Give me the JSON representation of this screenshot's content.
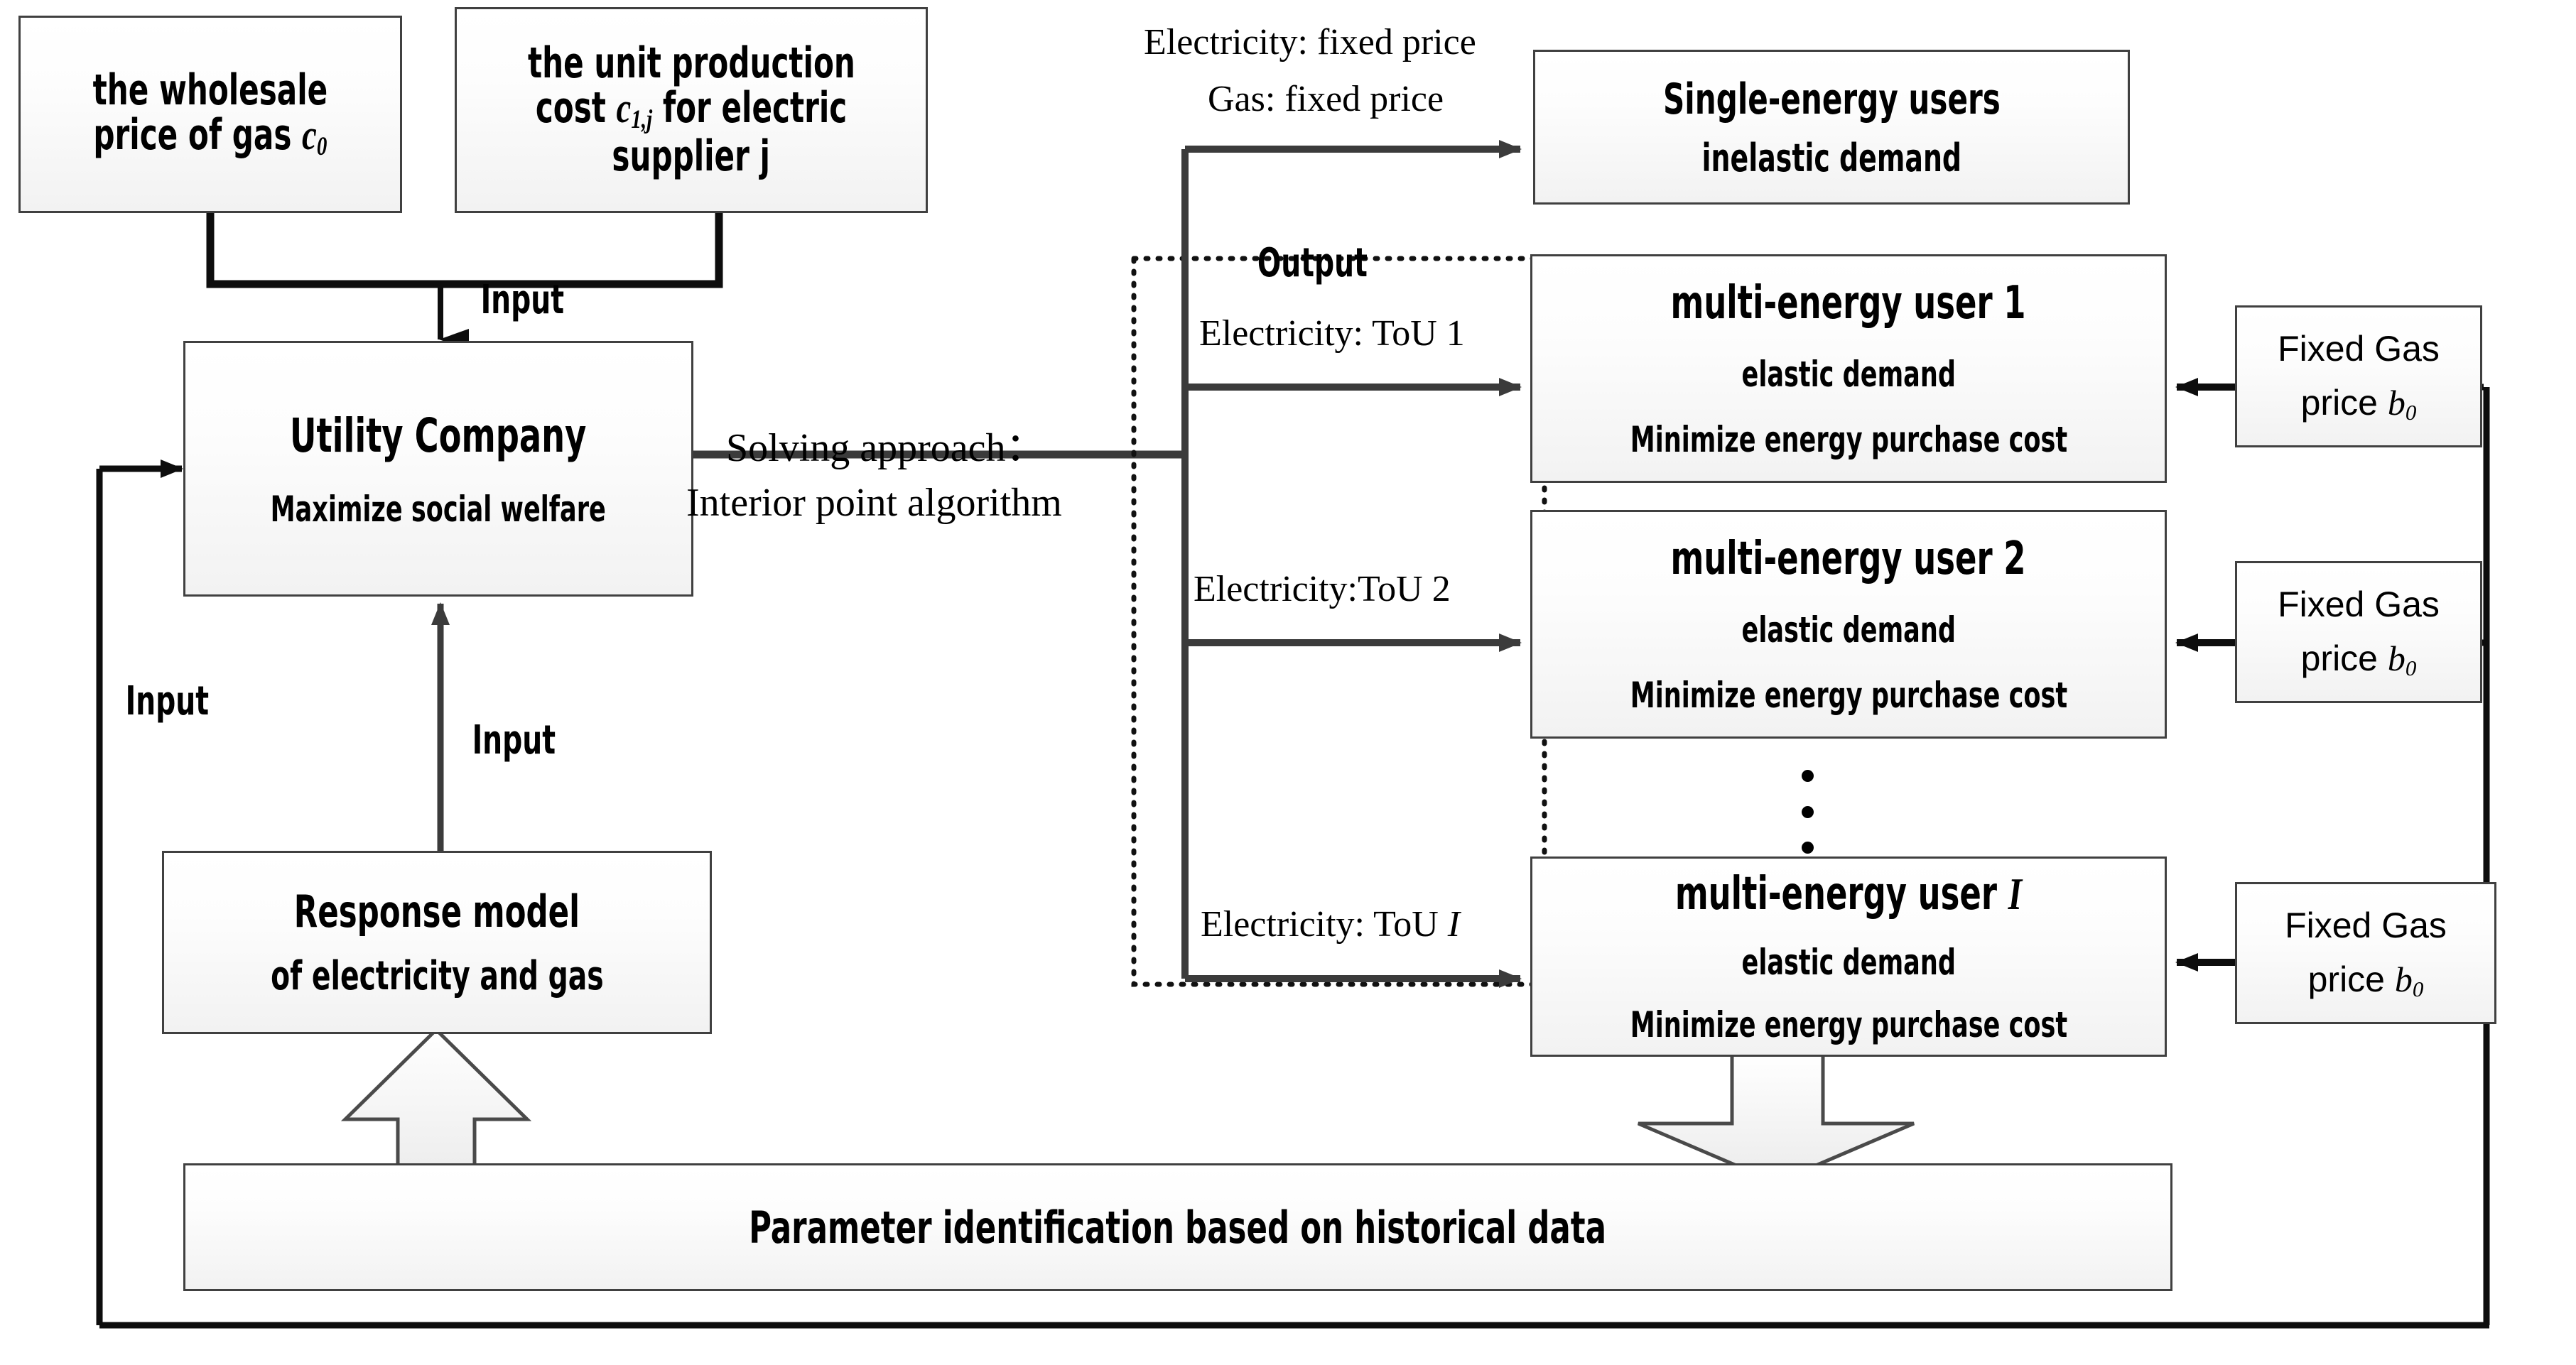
{
  "diagram": {
    "title": "Energy pricing interaction framework",
    "colors": {
      "box_border": "#404040",
      "line": "#333333",
      "text": "#000000",
      "box_fill_top": "#ffffff",
      "box_fill_bottom": "#f2f2f2"
    }
  },
  "inputs": {
    "gas_price_box": {
      "line1": "the wholesale",
      "line2_prefix": "price of gas ",
      "line2_symbol": "c",
      "line2_sub": "0"
    },
    "unit_cost_box": {
      "line1": "the unit production",
      "line2_prefix": "cost ",
      "line2_symbol": "c",
      "line2_sub": "1,j",
      "line2_suffix": " for electric",
      "line3": "supplier j"
    }
  },
  "labels": {
    "input_top": "Input",
    "input_left": "Input",
    "input_bottom": "Input",
    "output": "Output",
    "solving_approach": "Solving approach：",
    "solving_algorithm": "Interior point algorithm",
    "electricity_fixed": "Electricity: fixed price",
    "gas_fixed": "Gas: fixed price",
    "tou_1": "Electricity: ToU 1",
    "tou_2": "Electricity:ToU 2",
    "tou_I_prefix": "Electricity: ToU ",
    "tou_I_symbol": "I"
  },
  "utility": {
    "title": "Utility Company",
    "subtitle": "Maximize social welfare"
  },
  "response_model": {
    "title": "Response model",
    "subtitle": "of electricity and gas"
  },
  "parameter_bar": {
    "text": "Parameter identification based on  historical data"
  },
  "single_energy": {
    "title": "Single-energy users",
    "subtitle": "inelastic demand"
  },
  "multi_users": [
    {
      "title_prefix": "multi-energy user ",
      "title_index": "1",
      "index_italic": false,
      "line2": "elastic demand",
      "line3": "Minimize energy purchase cost"
    },
    {
      "title_prefix": "multi-energy user ",
      "title_index": "2",
      "index_italic": false,
      "line2": "elastic demand",
      "line3": "Minimize energy purchase cost"
    },
    {
      "title_prefix": "multi-energy user ",
      "title_index": "I",
      "index_italic": true,
      "line2": "elastic demand",
      "line3": "Minimize energy purchase cost"
    }
  ],
  "gas_price_boxes": [
    {
      "line1": "Fixed Gas",
      "line2_prefix": "price ",
      "line2_symbol": "b",
      "line2_sub": "0"
    },
    {
      "line1": "Fixed Gas",
      "line2_prefix": "price ",
      "line2_symbol": "b",
      "line2_sub": "0"
    },
    {
      "line1": "Fixed Gas",
      "line2_prefix": "price ",
      "line2_symbol": "b",
      "line2_sub": "0"
    }
  ],
  "ellipsis": {
    "dots": 3
  }
}
